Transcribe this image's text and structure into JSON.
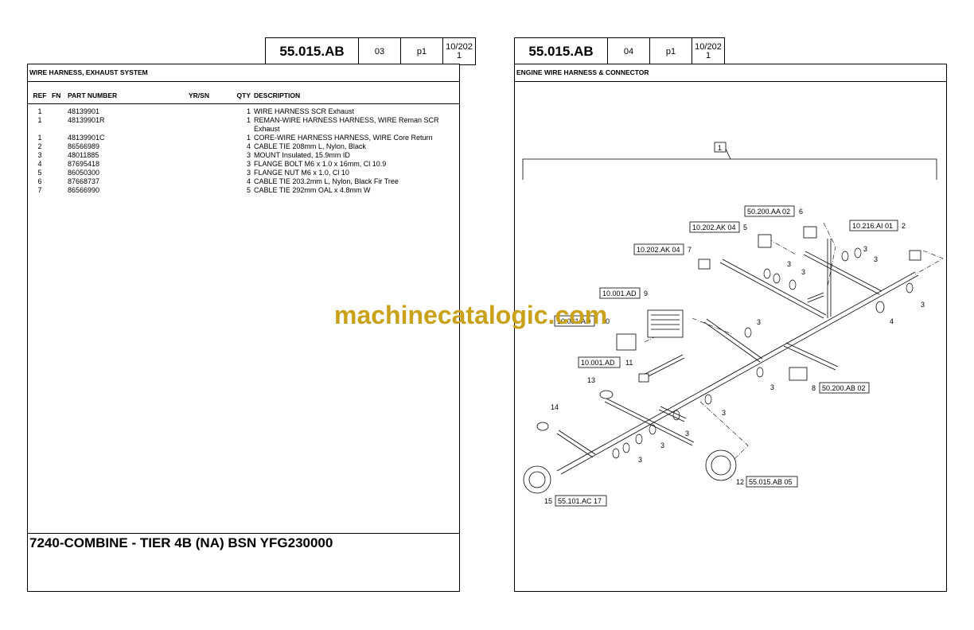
{
  "left": {
    "header": {
      "code": "55.015.AB",
      "seq": "03",
      "page": "p1",
      "date": [
        "10/202",
        "1"
      ]
    },
    "title": "WIRE HARNESS, EXHAUST SYSTEM",
    "columns": {
      "ref": "REF",
      "fn": "FN",
      "part_number": "PART NUMBER",
      "yr_sn": "YR/SN",
      "qty": "QTY",
      "description": "DESCRIPTION"
    },
    "rows": [
      {
        "ref": "1",
        "part": "48139901",
        "qty": "1",
        "desc": "WIRE HARNESS  SCR Exhaust"
      },
      {
        "ref": "1",
        "part": "48139901R",
        "qty": "1",
        "desc": "REMAN-WIRE HARNESS HARNESS, WIRE Reman SCR",
        "desc2": "Exhaust"
      },
      {
        "ref": "1",
        "part": "48139901C",
        "qty": "1",
        "desc": "CORE-WIRE HARNESS HARNESS, WIRE Core Return"
      },
      {
        "ref": "2",
        "part": "86566989",
        "qty": "4",
        "desc": "CABLE TIE 208mm L, Nylon, Black"
      },
      {
        "ref": "3",
        "part": "48011885",
        "qty": "3",
        "desc": "MOUNT  Insulated, 15.9mm ID"
      },
      {
        "ref": "4",
        "part": "87695418",
        "qty": "3",
        "desc": "FLANGE BOLT M6 x 1.0 x 16mm, Cl 10.9"
      },
      {
        "ref": "5",
        "part": "86050300",
        "qty": "3",
        "desc": "FLANGE NUT M6 x 1.0, Cl 10"
      },
      {
        "ref": "6",
        "part": "87668737",
        "qty": "4",
        "desc": "CABLE TIE 203.2mm L, Nylon, Black Fir Tree"
      },
      {
        "ref": "7",
        "part": "86566990",
        "qty": "5",
        "desc": "CABLE TIE 292mm OAL x 4.8mm W"
      }
    ],
    "footer": "7240-COMBINE - TIER 4B (NA) BSN YFG230000"
  },
  "right": {
    "header": {
      "code": "55.015.AB",
      "seq": "04",
      "page": "p1",
      "date": [
        "10/202",
        "1"
      ]
    },
    "title": "ENGINE WIRE HARNESS & CONNECTOR",
    "callouts": {
      "assembly": "1",
      "ref_6": "50.200.AA 02",
      "ref_5": "10.202.AK 04",
      "ref_2": "10.216.AI 01",
      "ref_7": "10.202.AK 04",
      "ref_9": "10.001.AD",
      "ref_10": "10.001.AD",
      "ref_11": "10.001.AD",
      "ref_8": "50.200.AB 02",
      "ref_12": "55.015.AB 05",
      "ref_15": "55.101.AC 17"
    },
    "numbers": {
      "n2": "2",
      "n3": "3",
      "n4": "4",
      "n5": "5",
      "n6": "6",
      "n7": "7",
      "n8": "8",
      "n9": "9",
      "n10": "10",
      "n11": "11",
      "n12": "12",
      "n13": "13",
      "n14": "14",
      "n15": "15"
    }
  },
  "watermark": "machinecatalogic.com"
}
